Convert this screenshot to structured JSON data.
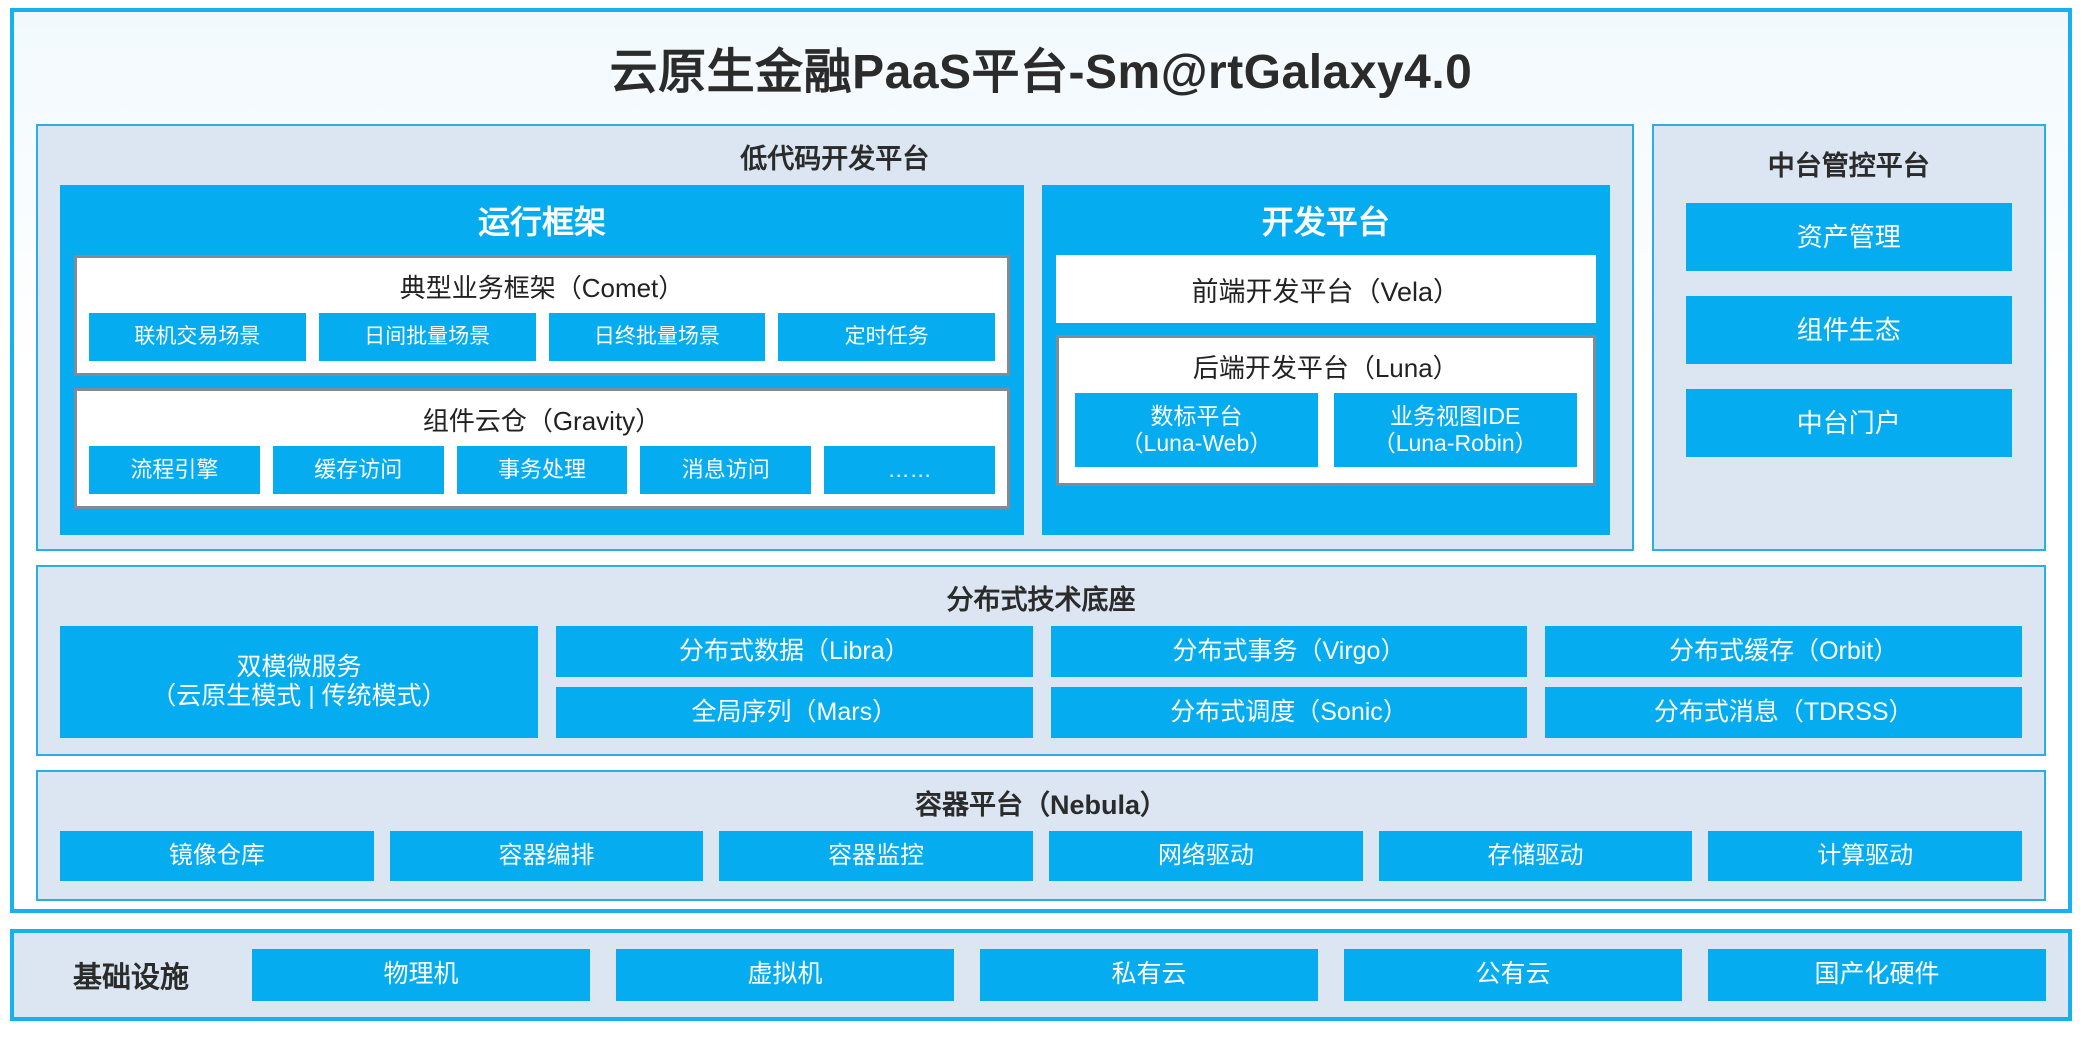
{
  "app": {
    "title": "云原生金融PaaS平台-Sm@rtGalaxy4.0"
  },
  "colors": {
    "accent": "#06ACF0",
    "frame": "#17B1F0",
    "panel_bg": "#dce6f2",
    "card_border": "#7f8b96"
  },
  "lowcode": {
    "title": "低代码开发平台",
    "runtime": {
      "title": "运行框架",
      "comet": {
        "title": "典型业务框架（Comet）",
        "items": [
          "联机交易场景",
          "日间批量场景",
          "日终批量场景",
          "定时任务"
        ]
      },
      "gravity": {
        "title": "组件云仓（Gravity）",
        "items": [
          "流程引擎",
          "缓存访问",
          "事务处理",
          "消息访问",
          "……"
        ]
      }
    },
    "devplatform": {
      "title": "开发平台",
      "frontend": "前端开发平台（Vela）",
      "backend": {
        "title": "后端开发平台（Luna）",
        "items": [
          {
            "name": "数标平台",
            "code": "（Luna-Web）"
          },
          {
            "name": "业务视图IDE",
            "code": "（Luna-Robin）"
          }
        ]
      }
    }
  },
  "midoffice": {
    "title": "中台管控平台",
    "items": [
      "资产管理",
      "组件生态",
      "中台门户"
    ]
  },
  "techbase": {
    "title": "分布式技术底座",
    "wide": {
      "name": "双模微服务",
      "sub": "（云原生模式 | 传统模式）"
    },
    "columns": [
      [
        "分布式数据（Libra）",
        "全局序列（Mars）"
      ],
      [
        "分布式事务（Virgo）",
        "分布式调度（Sonic）"
      ],
      [
        "分布式缓存（Orbit）",
        "分布式消息（TDRSS）"
      ]
    ]
  },
  "container": {
    "title": "容器平台（Nebula）",
    "items": [
      "镜像仓库",
      "容器编排",
      "容器监控",
      "网络驱动",
      "存储驱动",
      "计算驱动"
    ]
  },
  "infrastructure": {
    "label": "基础设施",
    "items": [
      "物理机",
      "虚拟机",
      "私有云",
      "公有云",
      "国产化硬件"
    ]
  }
}
